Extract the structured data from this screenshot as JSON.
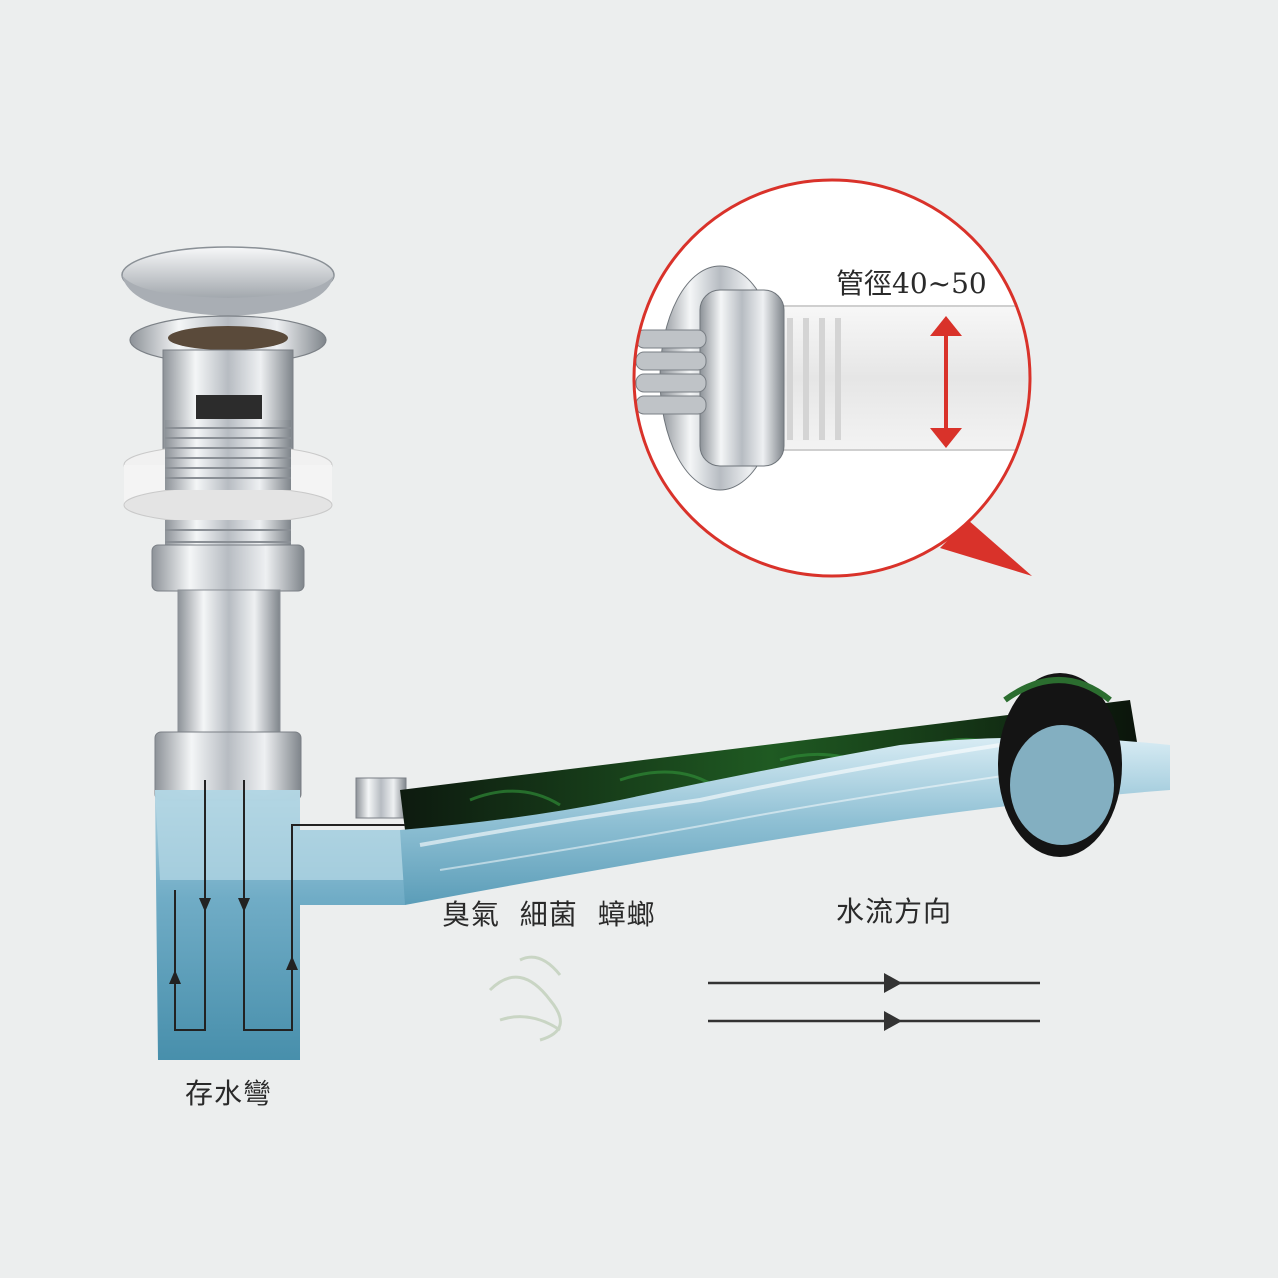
{
  "labels": {
    "pipe_diameter": "管徑40~50",
    "odor_bacteria_cockroach": "臭氣  細菌  蟑螂",
    "water_flow_direction": "水流方向",
    "water_trap": "存水彎"
  },
  "colors": {
    "background": "#eceeee",
    "callout_red": "#d9322a",
    "water_blue": "#6aa9c4",
    "chrome": "#c9ccd0",
    "arrow_line": "#333333"
  },
  "icons": [
    "up-down-arrow-icon",
    "flow-arrow-icon",
    "callout-pointer-icon"
  ]
}
